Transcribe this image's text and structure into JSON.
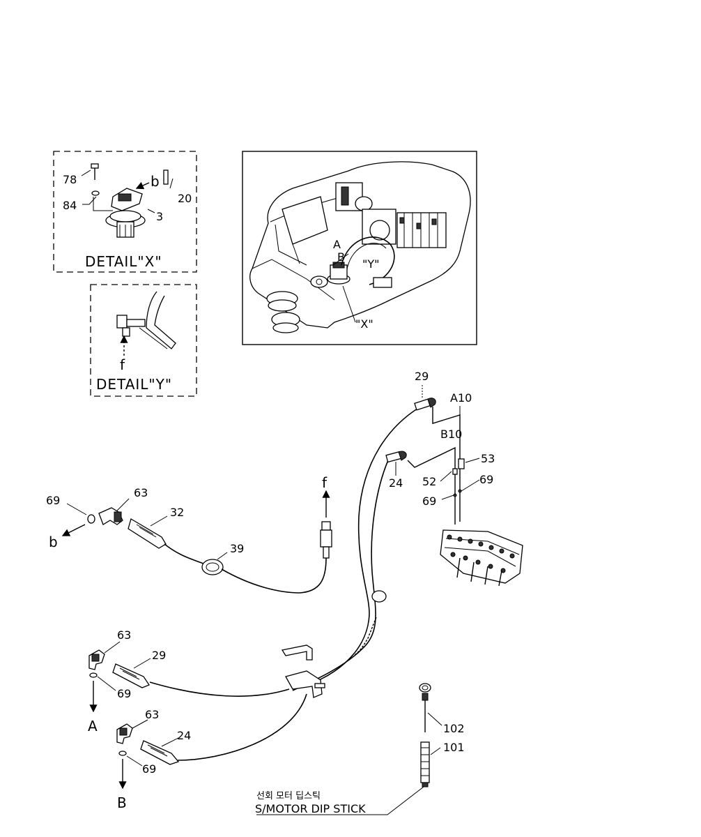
{
  "detail_x": {
    "title": "DETAIL\"X\"",
    "labels": {
      "p78": "78",
      "p84": "84",
      "p3": "3",
      "p20": "20",
      "b": "b"
    }
  },
  "detail_y": {
    "title": "DETAIL\"Y\"",
    "labels": {
      "f": "f"
    }
  },
  "overview": {
    "labels": {
      "A": "A",
      "B": "B",
      "Y": "\"Y\"",
      "X": "\"X\""
    }
  },
  "parts": {
    "p29_top": "29",
    "A10": "A10",
    "B10": "B10",
    "p53": "53",
    "p52": "52",
    "p69_right": "69",
    "p69_right2": "69",
    "p24_top": "24",
    "p69_left": "69",
    "p63_top": "63",
    "p32": "32",
    "b_left": "b",
    "f_mid": "f",
    "p39": "39",
    "p63_mid": "63",
    "p29_mid": "29",
    "p69_mid": "69",
    "A_bottom": "A",
    "p63_low": "63",
    "p24_low": "24",
    "p69_low": "69",
    "B_bottom": "B",
    "p102": "102",
    "p101": "101"
  },
  "caption": {
    "korean": "선회 모터 딥스틱",
    "english": "S/MOTOR DIP STICK"
  }
}
